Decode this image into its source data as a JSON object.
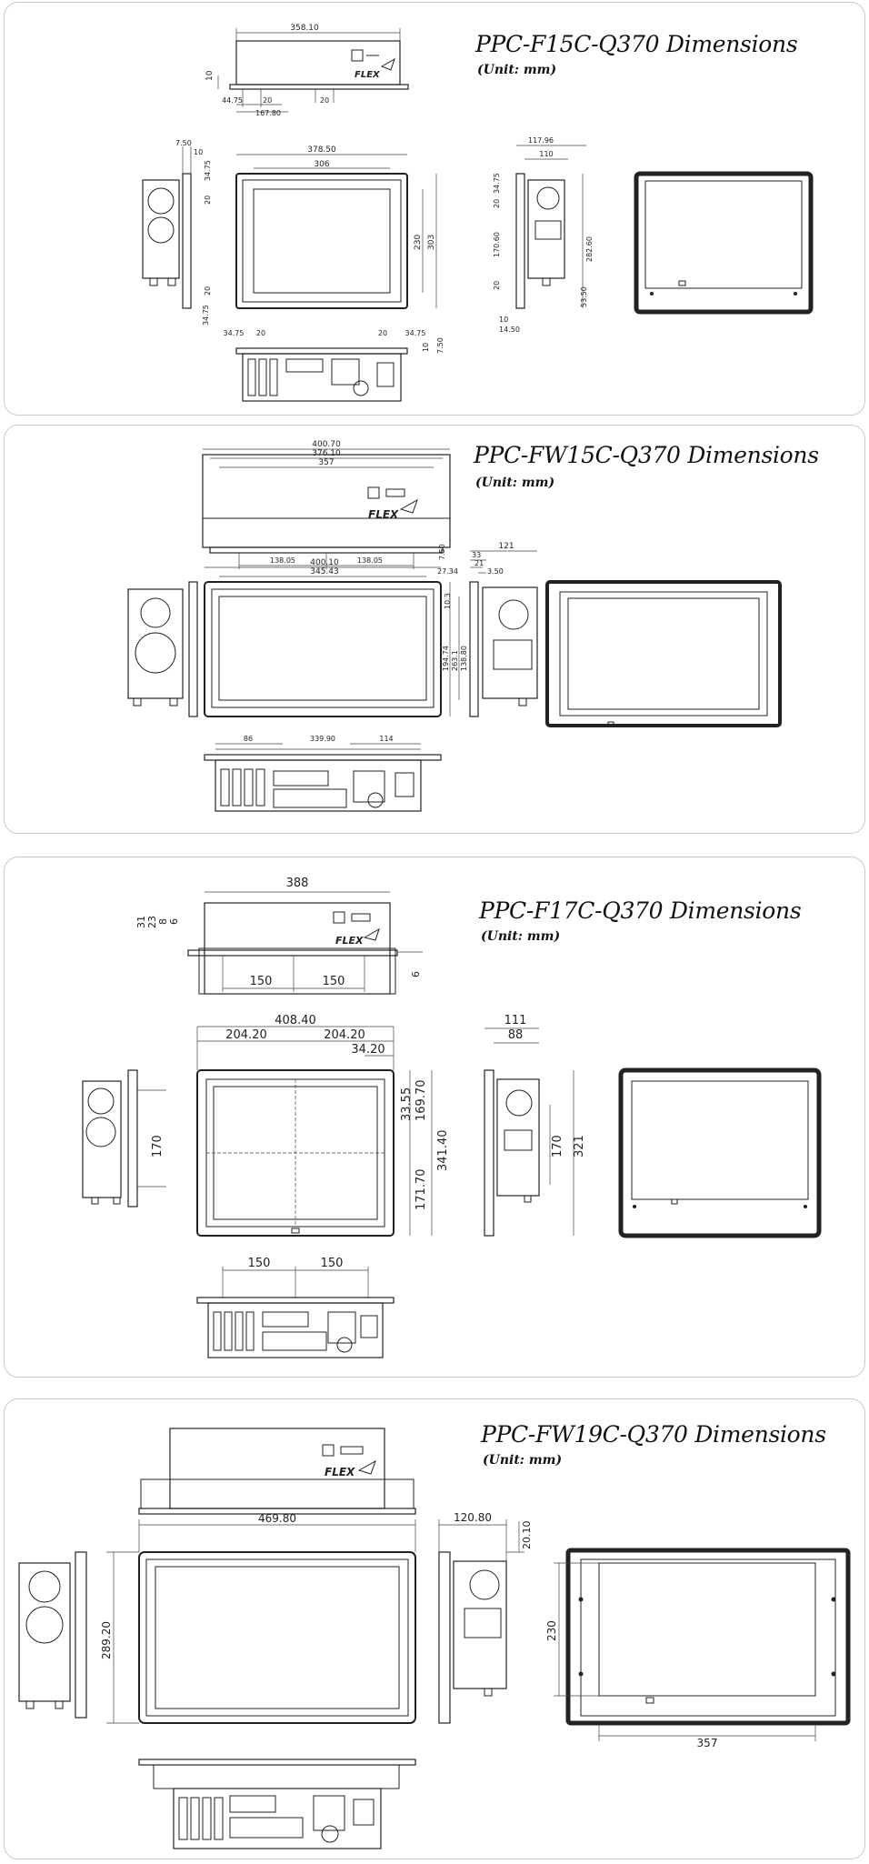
{
  "panels": [
    {
      "title": "PPC-F15C-Q370 Dimensions",
      "unit": "(Unit: mm)",
      "dims": {
        "top_width": "358.10",
        "top_depth": "10",
        "top_a": "44.75",
        "top_b": "20",
        "top_c": "167.80",
        "top_d": "20",
        "side_a": "7.50",
        "side_b": "10",
        "side_c": "34.75",
        "side_d": "20",
        "side_e": "20",
        "side_f": "34.75",
        "front_outer": "378.50",
        "front_inner": "306",
        "front_h_inner": "230",
        "front_h_outer": "303",
        "bottom_a": "34.75",
        "bottom_b": "20",
        "bottom_c": "20",
        "bottom_d": "34.75",
        "bottom_e": "10",
        "bottom_f": "7.50",
        "rside_a": "117.96",
        "rside_b": "110",
        "rside_c": "34.75",
        "rside_d": "20",
        "rside_e": "170.60",
        "rside_f": "20",
        "rside_g": "282.60",
        "rside_h": "53.50",
        "rside_i": "10",
        "rside_j": "14.50"
      }
    },
    {
      "title": "PPC-FW15C-Q370 Dimensions",
      "unit": "(Unit: mm)",
      "dims": {
        "top_a": "400.70",
        "top_b": "376.10",
        "top_c": "357",
        "top_d": "7.50",
        "top_e": "138.05",
        "top_f": "138.05",
        "front_a": "400.10",
        "front_b": "345.43",
        "front_c": "27.34",
        "front_d": "10.3",
        "front_e": "194.74",
        "front_f": "263.1",
        "front_g": "138.80",
        "side_a": "121",
        "side_b": "33",
        "side_c": "21",
        "side_d": "3.50",
        "bottom_a": "86",
        "bottom_b": "339.90",
        "bottom_c": "114"
      }
    },
    {
      "title": "PPC-F17C-Q370  Dimensions",
      "unit": "(Unit: mm)",
      "dims": {
        "top_width": "388",
        "top_a": "31",
        "top_b": "23",
        "top_c": "8",
        "top_d": "6",
        "top_e": "150",
        "top_f": "150",
        "top_g": "6",
        "front_a": "408.40",
        "front_b": "204.20",
        "front_c": "204.20",
        "front_d": "34.20",
        "front_e": "33.55",
        "front_f": "169.70",
        "front_g": "341.40",
        "front_h": "171.70",
        "left_a": "170",
        "rside_a": "111",
        "rside_b": "88",
        "rside_c": "170",
        "rside_d": "321",
        "bottom_a": "150",
        "bottom_b": "150"
      }
    },
    {
      "title": "PPC-FW19C-Q370 Dimensions",
      "unit": "(Unit: mm)",
      "dims": {
        "front_a": "469.80",
        "front_b": "289.20",
        "side_a": "120.80",
        "side_b": "20.10",
        "rear_a": "230",
        "rear_b": "357"
      }
    }
  ]
}
